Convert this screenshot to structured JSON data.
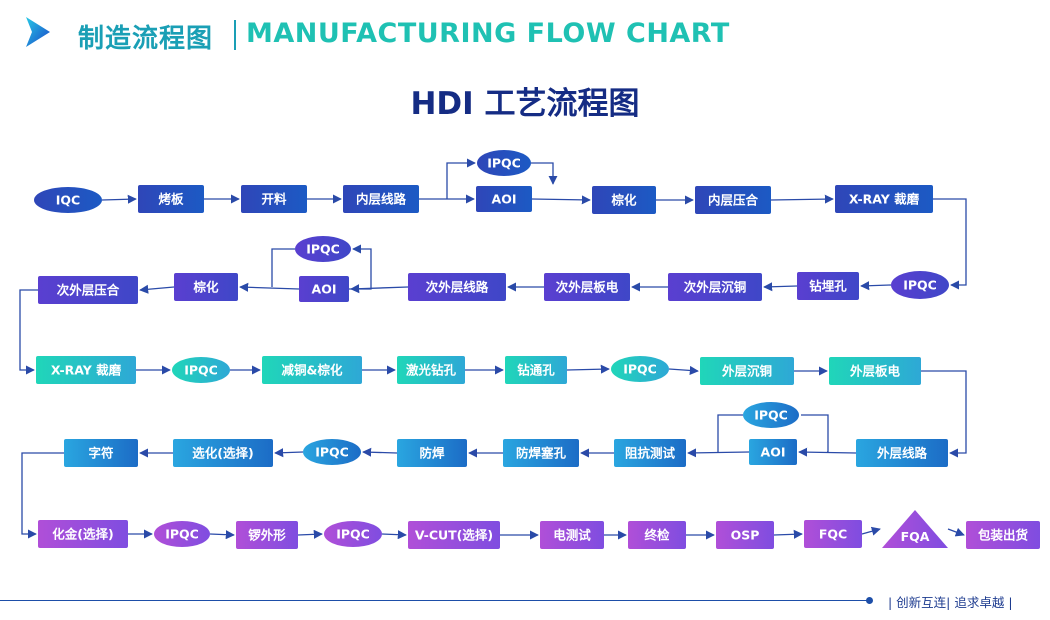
{
  "header": {
    "title_cn": "制造流程图",
    "title_en": "MANUFACTURING FLOW CHART",
    "chart_title": "HDI 工艺流程图"
  },
  "footer": {
    "slogan": "| 创新互连| 追求卓越 |"
  },
  "colors": {
    "row1": [
      "#2f46b8",
      "#1c5ac4"
    ],
    "row2": [
      "#5a3fd0",
      "#3f47c8"
    ],
    "row3": [
      "#20d6b9",
      "#2ea8d6"
    ],
    "row4": [
      "#2aa6e0",
      "#1c6cc6"
    ],
    "row5": [
      "#b04fd8",
      "#7f4de0"
    ],
    "title": "#152c84",
    "brand_teal": "#1fc1b3"
  },
  "flow": {
    "row1": [
      "IQC",
      "烤板",
      "开料",
      "内层线路",
      "AOI",
      "棕化",
      "内层压合",
      "X-RAY 裁磨"
    ],
    "row1_branch": "IPQC",
    "row2": [
      "IPQC",
      "钻埋孔",
      "次外层沉铜",
      "次外层板电",
      "次外层线路",
      "AOI",
      "棕化",
      "次外层压合"
    ],
    "row2_branch": "IPQC",
    "row3": [
      "X-RAY 裁磨",
      "IPQC",
      "减铜&棕化",
      "激光钻孔",
      "钻通孔",
      "IPQC",
      "外层沉铜",
      "外层板电"
    ],
    "row4": [
      "外层线路",
      "AOI",
      "阻抗测试",
      "防焊塞孔",
      "防焊",
      "IPQC",
      "选化(选择)",
      "字符"
    ],
    "row4_branch": "IPQC",
    "row5": [
      "化金(选择)",
      "IPQC",
      "锣外形",
      "IPQC",
      "V-CUT(选择)",
      "电测试",
      "终检",
      "OSP",
      "FQC",
      "FQA",
      "包装出货"
    ]
  }
}
